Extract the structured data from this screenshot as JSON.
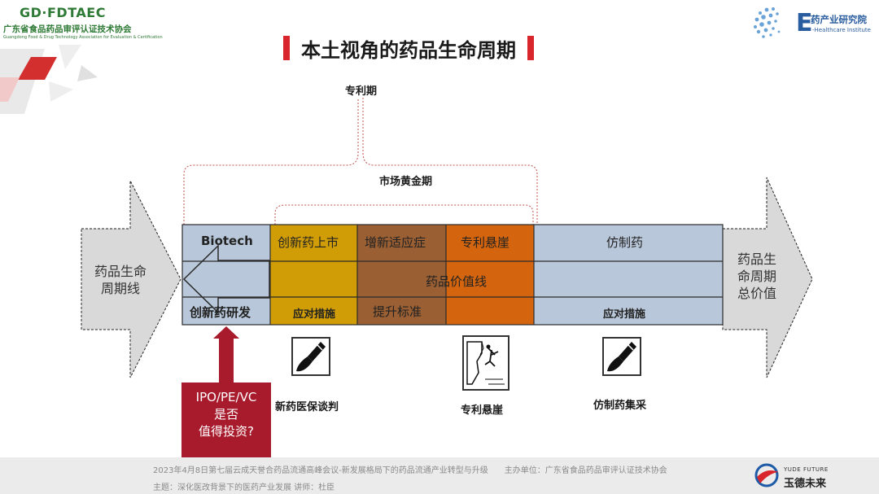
{
  "header": {
    "org_abbr": "GD·FDTAEC",
    "org_cn": "广东省食品药品审评认证技术协会",
    "org_en": "Guangdong Food & Drug Technology Association for Evaluation & Certification",
    "title": "本土视角的药品生命周期",
    "brand_cn": "药产业研究院",
    "brand_en": "-Healthcare Institute",
    "brand_letter": "E",
    "colors": {
      "accent_red": "#d8262c",
      "org_green": "#2f7a36",
      "brand_blue": "#2a5d9f"
    }
  },
  "diagram": {
    "patent_period": "专利期",
    "golden_period": "市场黄金期",
    "left_arrow": [
      "药品生命",
      "周期线"
    ],
    "right_arrow": [
      "药品生",
      "命周期",
      "总价值"
    ],
    "cells": {
      "biotech": "Biotech",
      "innovation_rd": "创新药研发",
      "new_drug_launch": "创新药上市",
      "new_indication": "增新适应症",
      "patent_cliff": "专利悬崖",
      "generic": "仿制药",
      "value_line": "药品价值线",
      "response_1": "应对措施",
      "raise_standard": "提升标准",
      "response_2": "应对措施"
    },
    "cell_colors": {
      "biotech": "#b8c7da",
      "launch": "#d19d06",
      "indication": "#9a5f33",
      "cliff": "#d4650e",
      "generic": "#b8c7da"
    },
    "icons": [
      {
        "icon": "knife-icon",
        "label": "新药医保谈判"
      },
      {
        "icon": "cliff-fall-icon",
        "label": "专利悬崖"
      },
      {
        "icon": "knife-icon",
        "label": "仿制药集采"
      }
    ],
    "investment_box": [
      "IPO/PE/VC",
      "是否",
      "值得投资?"
    ]
  },
  "footer": {
    "line1": "2023年4月8日第七届云成天誉合药品流通高峰会议-新发展格局下的药品流通产业转型与升级　　主办单位：广东省食品药品审评认证技术协会",
    "line2": "主题：深化医改背景下的医药产业发展  讲师：杜臣",
    "brand_en": "YUDE FUTURE",
    "brand_cn": "玉德未来"
  }
}
